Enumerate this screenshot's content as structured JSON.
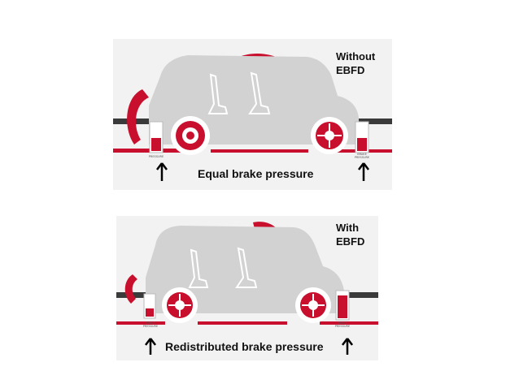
{
  "diagrams": [
    {
      "heading_line1": "Without",
      "heading_line2": "EBFD",
      "caption": "Equal brake pressure",
      "left_gauge_label": "pressure",
      "right_gauge_label": "brake pressure"
    },
    {
      "heading_line1": "With",
      "heading_line2": "EBFD",
      "caption": "Redistributed brake pressure",
      "left_gauge_label": "brake pressure",
      "right_gauge_label": "brake pressure"
    }
  ],
  "colors": {
    "accent_red": "#c8102e",
    "car_body": "#d2d2d2",
    "panel_bg": "#f2f2f2",
    "road": "#3a3a3a"
  },
  "icons": [
    "up-arrow-icon",
    "car-silhouette-icon",
    "front-wheel-icon",
    "rear-wheel-icon",
    "brake-pressure-gauge-icon",
    "motion-arc-icon"
  ]
}
